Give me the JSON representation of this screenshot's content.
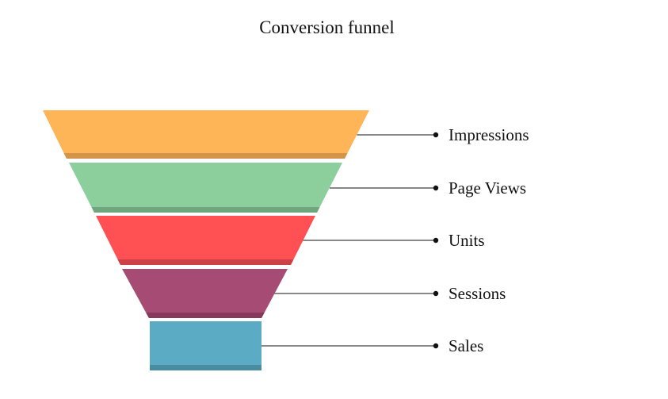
{
  "chart_data": {
    "type": "funnel",
    "title": "Conversion funnel",
    "categories": [
      "Impressions",
      "Page Views",
      "Units",
      "Sessions",
      "Sales"
    ],
    "colors": [
      "#FDB557",
      "#8CCF9C",
      "#FF5054",
      "#A64B74",
      "#5CABC4"
    ],
    "shade_colors": [
      "#D49449",
      "#6FA67D",
      "#CC4145",
      "#86395C",
      "#4A8C9F"
    ],
    "legend": "right"
  }
}
